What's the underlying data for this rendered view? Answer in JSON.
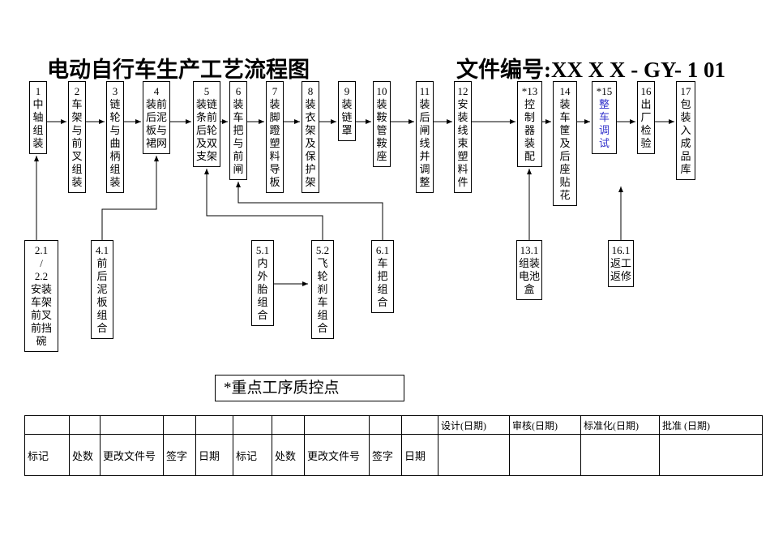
{
  "header": {
    "title": "电动自行车生产工艺流程图",
    "doc_no": "文件编号:XX X X - GY- 1 01"
  },
  "colors": {
    "highlight_blue": "#3333cc",
    "line_black": "#000000"
  },
  "flow": {
    "boxes": [
      {
        "num": "1",
        "label": "中轴组装"
      },
      {
        "num": "2",
        "label": "车架与前叉组装"
      },
      {
        "num": "3",
        "label": "链轮与曲柄组装"
      },
      {
        "num": "4",
        "label": "装前后泥板与裙网"
      },
      {
        "num": "5",
        "label": "装链条前后轮及双支架"
      },
      {
        "num": "6",
        "label": "装车把与前闸"
      },
      {
        "num": "7",
        "label": "装脚蹬塑料导板"
      },
      {
        "num": "8",
        "label": "装衣架及保护架"
      },
      {
        "num": "9",
        "label": "装链罩"
      },
      {
        "num": "10",
        "label": "装鞍管鞍座"
      },
      {
        "num": "11",
        "label": "装后闸线并调整"
      },
      {
        "num": "12",
        "label": "安装线束塑料件"
      },
      {
        "num": "*13",
        "label": "控制器装配"
      },
      {
        "num": "14",
        "label": "装车筐及后座贴花"
      },
      {
        "num": "*15",
        "label": "整车调试",
        "highlight": true
      },
      {
        "num": "16",
        "label": "出厂检验"
      },
      {
        "num": "17",
        "label": "包装入成品库"
      }
    ]
  },
  "subflow": {
    "boxes": [
      {
        "num": "2.1\n/\n2.2",
        "label": "安装车架前叉前挡碗"
      },
      {
        "num": "4.1",
        "label": "前后泥板组合"
      },
      {
        "num": "5.1",
        "label": "内外胎组合"
      },
      {
        "num": "5.2",
        "label": "飞轮刹车组合"
      },
      {
        "num": "6.1",
        "label": "车把组合"
      },
      {
        "num": "13.1",
        "label": "组装电池盒"
      },
      {
        "num": "16.1",
        "label": "返工返修"
      }
    ]
  },
  "legend": {
    "text": "*重点工序质控点"
  },
  "table": {
    "approval_headers": [
      "设计(日期)",
      "审核(日期)",
      "标准化(日期)",
      "批准 (日期)"
    ],
    "change_headers": [
      "标记",
      "处数",
      "更改文件号",
      "签字",
      "日期",
      "标记",
      "处数",
      "更改文件号",
      "签字",
      "日期"
    ]
  }
}
